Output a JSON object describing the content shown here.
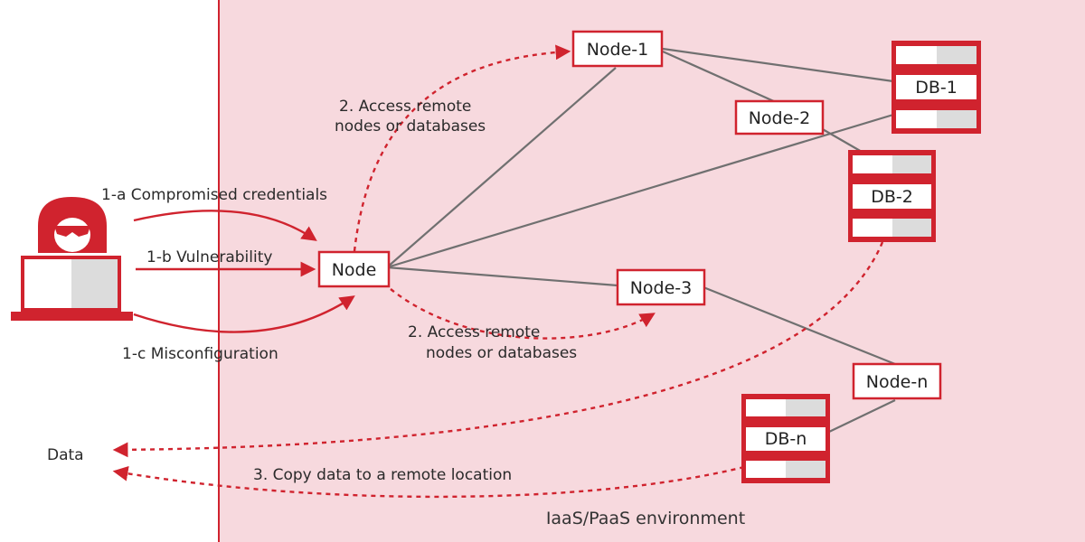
{
  "colors": {
    "accent": "#d0232e",
    "environment_fill": "#f7d9de",
    "connector": "#707070",
    "db_gray": "#dcdcdc"
  },
  "attacker": {
    "icon": "hacker-at-laptop-icon",
    "vectors": {
      "a": "1-a Compromised credentials",
      "b": "1-b Vulnerability",
      "c": "1-c Misconfiguration"
    }
  },
  "environment": {
    "label": "IaaS/PaaS environment"
  },
  "nodes": {
    "entry": "Node",
    "node1": "Node-1",
    "node2": "Node-2",
    "node3": "Node-3",
    "noden": "Node-n"
  },
  "databases": {
    "db1": "DB-1",
    "db2": "DB-2",
    "dbn": "DB-n"
  },
  "steps": {
    "access_upper_line1": "2. Access remote",
    "access_upper_line2": "nodes or databases",
    "access_lower_line1": "2. Access remote",
    "access_lower_line2": "nodes or databases",
    "copy": "3. Copy data to a remote location"
  },
  "data_label": "Data"
}
